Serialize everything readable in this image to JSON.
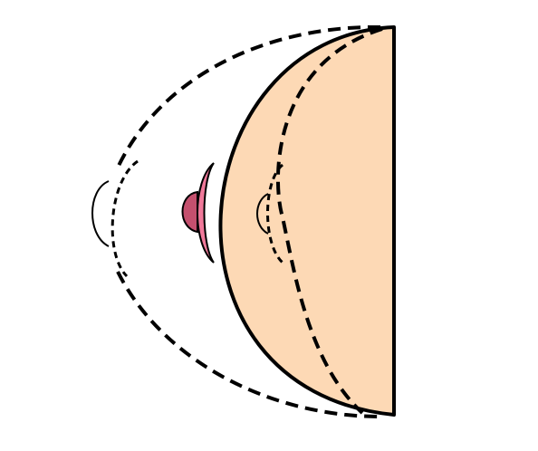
{
  "diagram": {
    "colors": {
      "background": "#ffffff",
      "fill": "#fdd9b5",
      "stroke": "#000000",
      "areola": "#f0799a",
      "nipple": "#c4506e"
    },
    "shapes": [
      "solid-profile",
      "dashed-outer-profile",
      "dashed-inner-profile",
      "areola",
      "nipple"
    ]
  }
}
